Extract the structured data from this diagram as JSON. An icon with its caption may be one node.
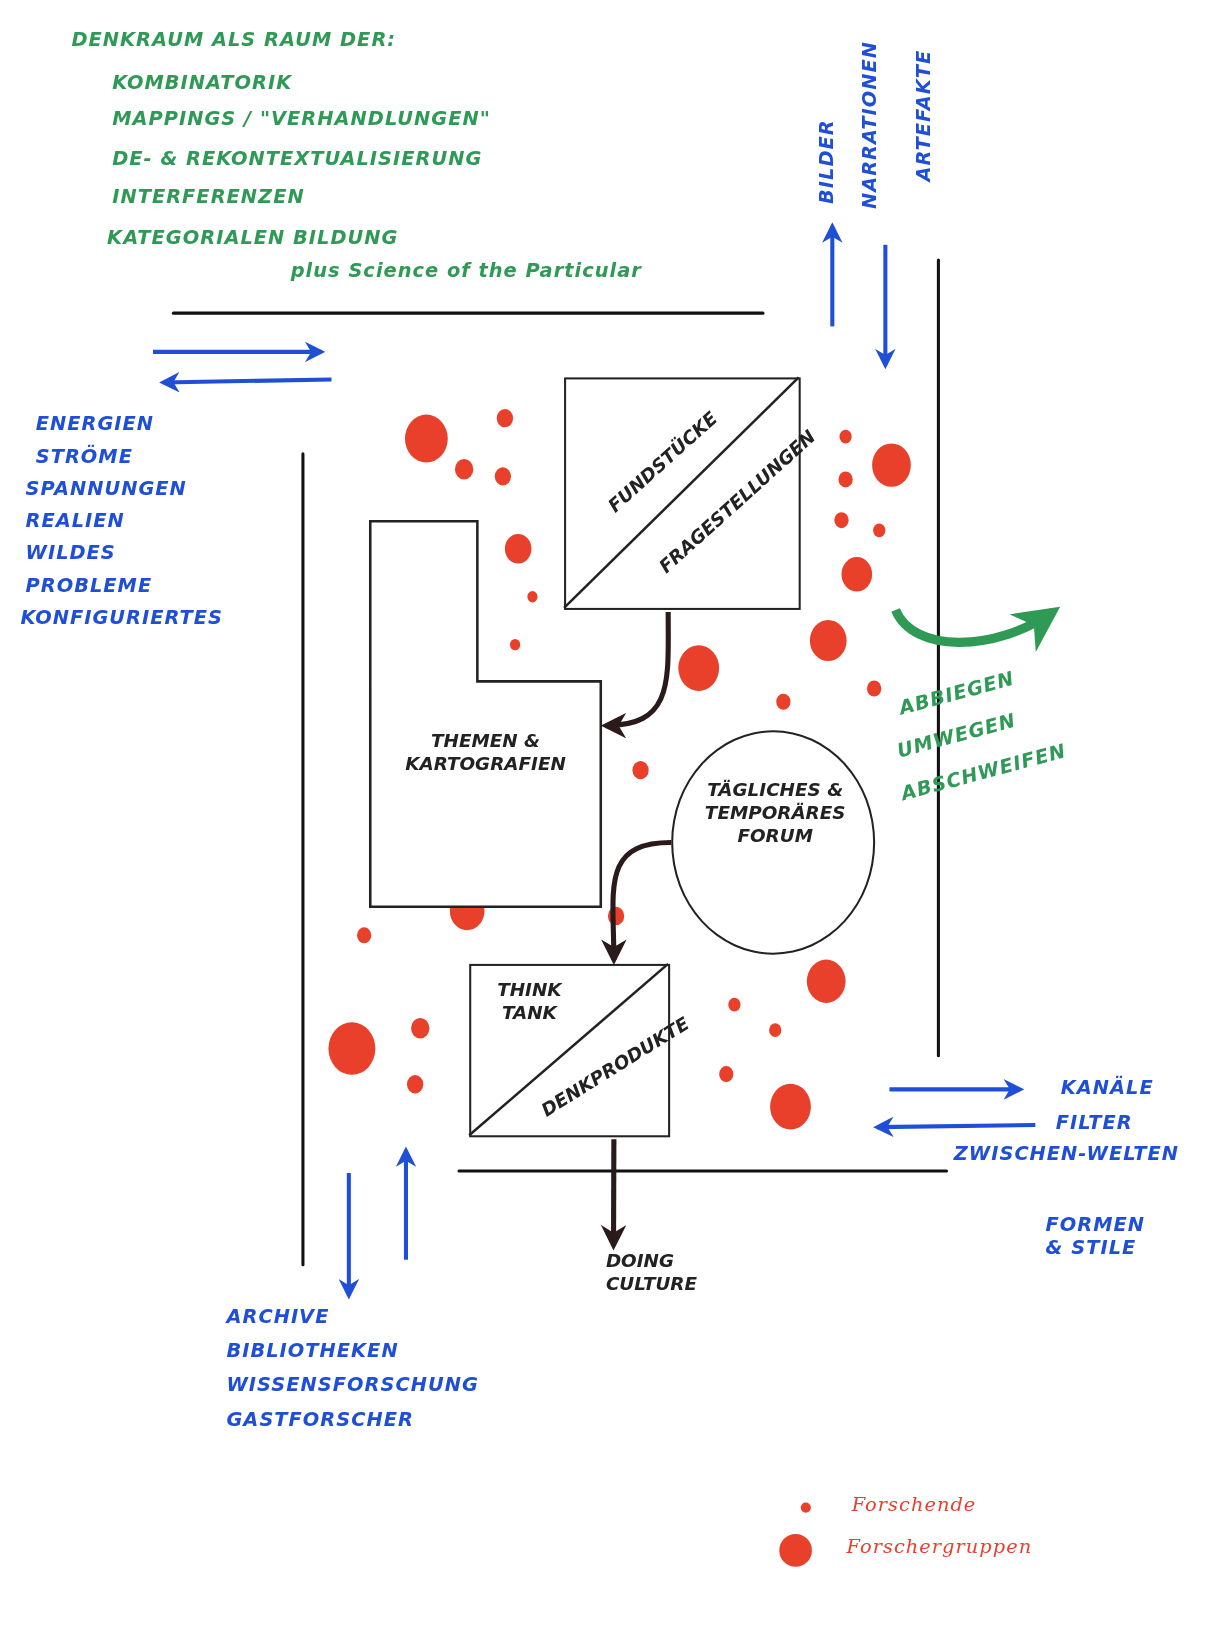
{
  "diagram": {
    "nodes": [
      {
        "text": [
          "FUNDSTÜCKE",
          "FRAGESTELLUNGEN"
        ]
      },
      {
        "text": [
          "THEMEN & KARTOGRAFIEN"
        ]
      },
      {
        "text": [
          "TÄGLICHES & TEMPORÄRES FORUM"
        ]
      },
      {
        "text": [
          "THINK TANK",
          "DENKPRODUKTE"
        ]
      },
      {
        "text": [
          "DOING CULTURE"
        ]
      }
    ],
    "edges": [
      {
        "from": 0,
        "to": 1,
        "arrow": "to"
      },
      {
        "from": 2,
        "to": 3,
        "arrow": "to"
      },
      {
        "from": 3,
        "to": 4,
        "arrow": "to"
      }
    ],
    "labels": [
      "DENKRAUM ALS RAUM DER:",
      "KOMBINATORIK",
      "MAPPINGS / \"VERHANDLUNGEN\"",
      "DE- & REKONTEXTUALISIERUNG",
      "INTERFERENZEN",
      "KATEGORIALEN BILDUNG",
      "plus Science of the Particular",
      "BILDER",
      "NARRATIONEN",
      "ARTEFAKTE",
      "ENERGIEN",
      "STRÖME",
      "SPANNUNGEN",
      "REALIEN",
      "WILDES",
      "PROBLEME",
      "KONFIGURIERTES",
      "ABBIEGEN",
      "UMWEGEN",
      "ABSCHWEIFEN",
      "KANÄLE",
      "FILTER",
      "ZWISCHEN-WELTEN",
      "FORMEN & STILE",
      "ARCHIVE",
      "BIBLIOTHEKEN",
      "WISSENSFORSCHUNG",
      "GASTFORSCHER"
    ],
    "legend": [
      {
        "text": "Forschende",
        "color": "#e8402a"
      },
      {
        "text": "Forschergruppen",
        "color": "#e8402a"
      }
    ]
  }
}
